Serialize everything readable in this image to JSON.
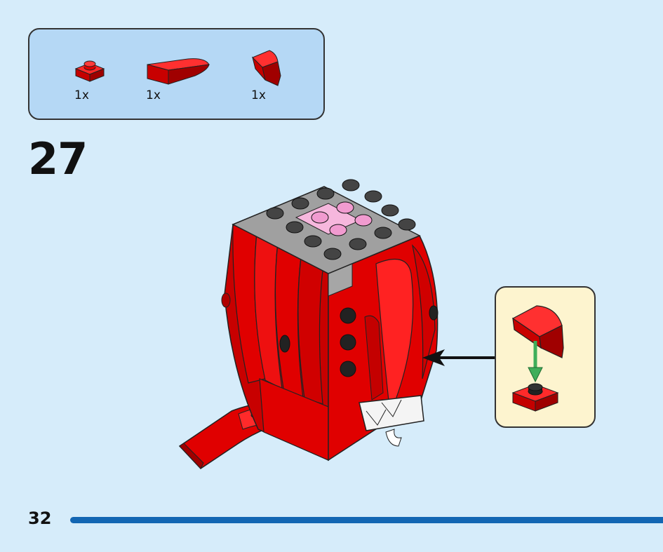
{
  "parts_list": {
    "items": [
      {
        "part": "red-plate-1x1",
        "qty": "1x"
      },
      {
        "part": "red-curved-slope",
        "qty": "1x"
      },
      {
        "part": "red-wedge-slope",
        "qty": "1x"
      }
    ]
  },
  "step": {
    "number": "27"
  },
  "page": {
    "number": "32"
  },
  "colors": {
    "page_background": "#d6ecfa",
    "parts_box": "#b5d8f5",
    "callout": "#fdf4cf",
    "brick_red": "#e00000",
    "stud_gray": "#a0a0a0",
    "pink_plate": "#f6b7dd",
    "guide_arrow": "#3fae5a",
    "page_rule": "#1366b3"
  }
}
